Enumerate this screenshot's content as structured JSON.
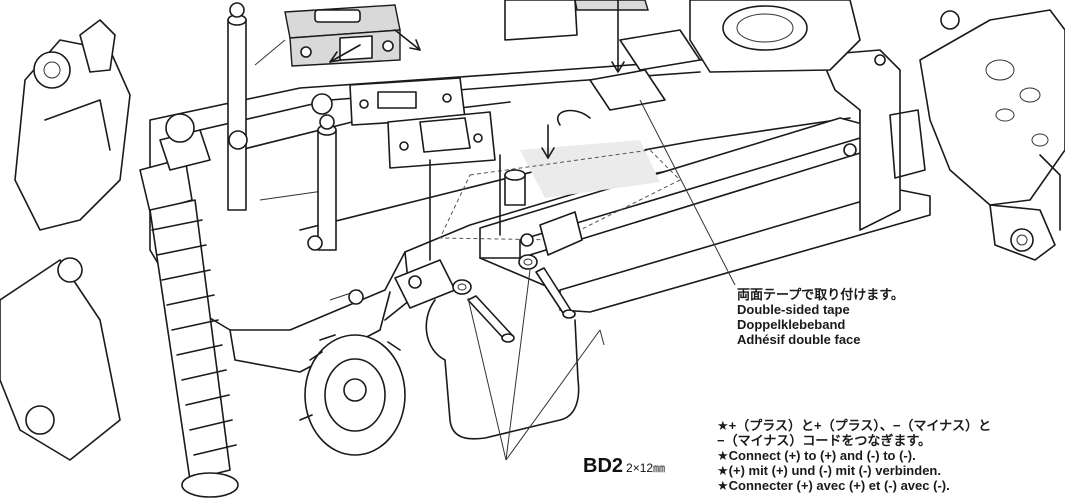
{
  "tape_note": {
    "ja": "両面テープで取り付けます。",
    "en": "Double-sided tape",
    "de": "Doppelklebeband",
    "fr": "Adhésif double face"
  },
  "connect_note": {
    "ja_1": "★+（プラス）と+（プラス）、−（マイナス）と",
    "ja_2": "−（マイナス）コードをつなぎます。",
    "en": "★Connect (+) to (+) and (-) to (-).",
    "de": "★(+) mit (+) und (-) mit (-) verbinden.",
    "fr": "★Connecter (+) avec (+) et (-) avec (-)."
  },
  "screw_callout": {
    "code": "BD2",
    "size": "2×12㎜"
  }
}
